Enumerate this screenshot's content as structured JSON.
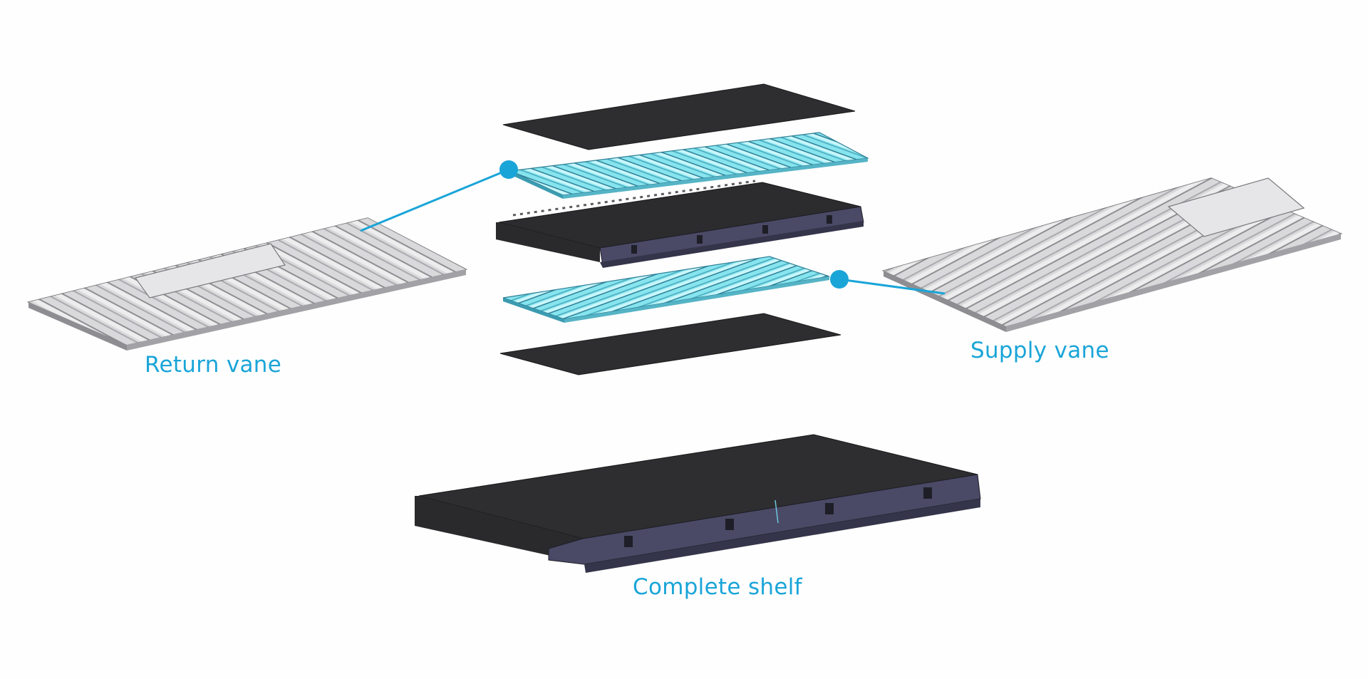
{
  "labels": {
    "return_vane": "Return vane",
    "supply_vane": "Supply vane",
    "complete_shelf": "Complete shelf"
  },
  "colors": {
    "accent": "#1aa5d8",
    "highlight_part": "#7fe3ee",
    "vane_grey": "#d4d4d6",
    "dark_panel": "#2e2e30",
    "shelf_front": "#4a4a66"
  }
}
